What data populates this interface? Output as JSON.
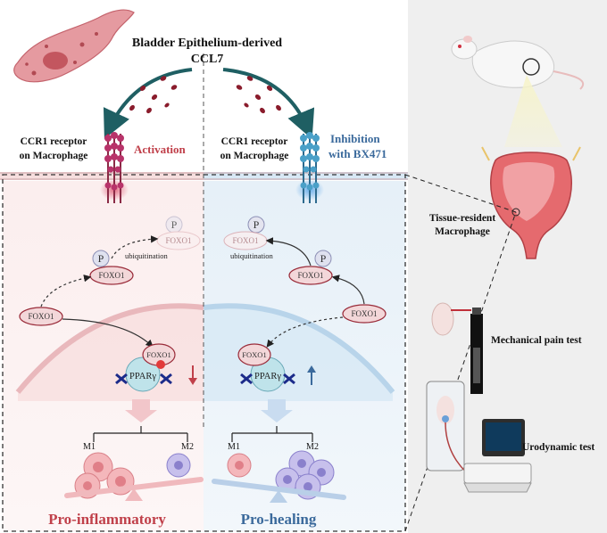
{
  "source": {
    "title_line1": "Bladder Epithelium-derived",
    "title_line2": "CCL7"
  },
  "left_panel": {
    "receptor_line1": "CCR1 receptor",
    "receptor_line2": "on Macrophage",
    "state_label": "Activation",
    "p_label_top": "P",
    "foxo1_faded": "FOXO1",
    "p_label_mid": "P",
    "foxo1_phospho": "FOXO1",
    "ubiquitination": "ubiquitination",
    "foxo1_cytoplasm": "FOXO1",
    "foxo1_nucleus": "FOXO1",
    "ppar": "PPARγ",
    "m1": "M1",
    "m2": "M2",
    "outcome": "Pro-inflammatory"
  },
  "right_panel": {
    "receptor_line1": "CCR1 receptor",
    "receptor_line2": "on Macrophage",
    "state_line1": "Inhibition",
    "state_line2": "with BX471",
    "p_label_top": "P",
    "foxo1_faded": "FOXO1",
    "p_label_mid": "P",
    "foxo1_phospho": "FOXO1",
    "ubiquitination": "ubiquitination",
    "foxo1_cytoplasm": "FOXO1",
    "foxo1_nucleus": "FOXO1",
    "ppar": "PPARγ",
    "m1": "M1",
    "m2": "M2",
    "outcome": "Pro-healing"
  },
  "side_panel": {
    "tissue_line1": "Tissue-resident",
    "tissue_line2": "Macrophage",
    "test_pain": "Mechanical pain test",
    "test_urodynamic": "Urodynamic test"
  },
  "colors": {
    "red_accent": "#c0404a",
    "blue_accent": "#3b6a9c",
    "teal_arrow": "#1f5f63",
    "foxo_fill": "#f3d7d9",
    "foxo_stroke": "#9a2c3a",
    "ppar_fill": "#bfe3ea"
  }
}
